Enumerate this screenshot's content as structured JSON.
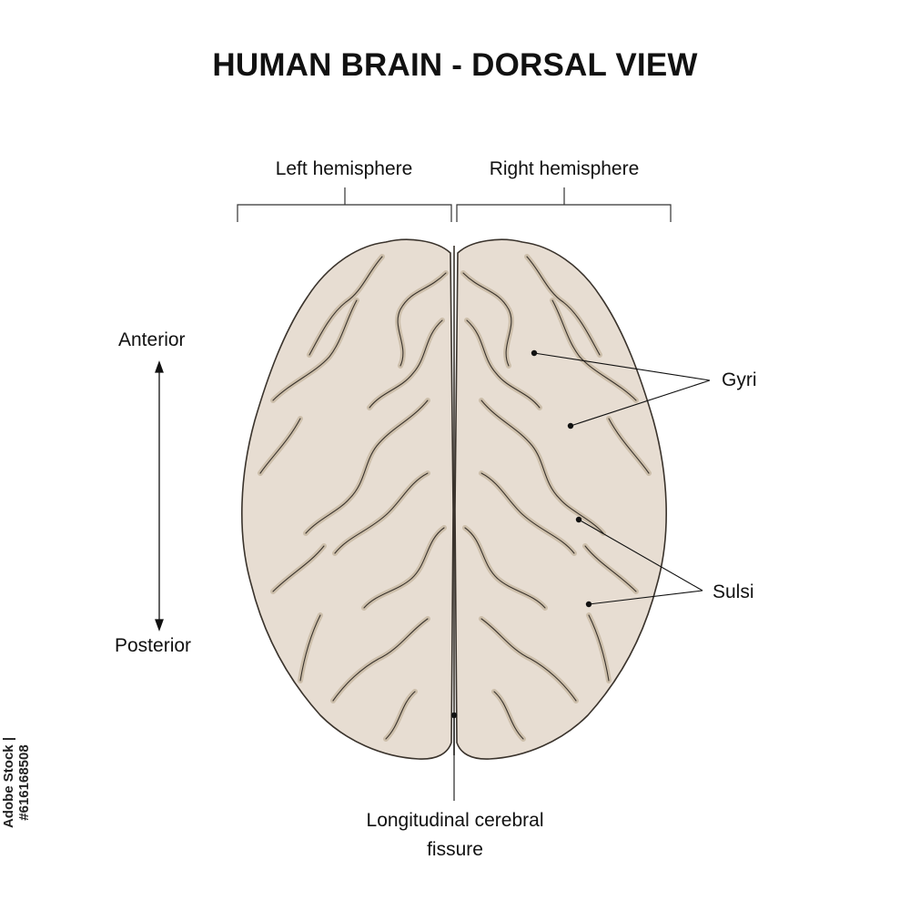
{
  "title": "HUMAN BRAIN - DORSAL VIEW",
  "labels": {
    "left_hemisphere": "Left hemisphere",
    "right_hemisphere": "Right hemisphere",
    "anterior": "Anterior",
    "posterior": "Posterior",
    "gyri": "Gyri",
    "sulci": "Sulsi",
    "fissure_line1": "Longitudinal cerebral",
    "fissure_line2": "fissure"
  },
  "watermark": "Adobe Stock | #616168508",
  "colors": {
    "brain_fill": "#e7ddd2",
    "sulcus_fill": "#cdbfab",
    "outline": "#3a332c",
    "leader": "#111111"
  }
}
